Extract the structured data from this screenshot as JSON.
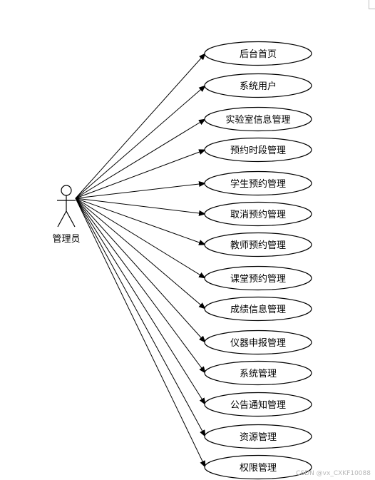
{
  "diagram": {
    "actor": {
      "label": "管理员",
      "icon": "stick-figure-icon"
    },
    "use_cases": [
      "后台首页",
      "系统用户",
      "实验室信息管理",
      "预约时段管理",
      "学生预约管理",
      "取消预约管理",
      "教师预约管理",
      "课堂预约管理",
      "成绩信息管理",
      "仪器申报管理",
      "系统管理",
      "公告通知管理",
      "资源管理",
      "权限管理"
    ],
    "colors": {
      "stroke": "#000000",
      "background": "#ffffff"
    }
  },
  "watermark": "CSDN @vx_CXKF10088"
}
